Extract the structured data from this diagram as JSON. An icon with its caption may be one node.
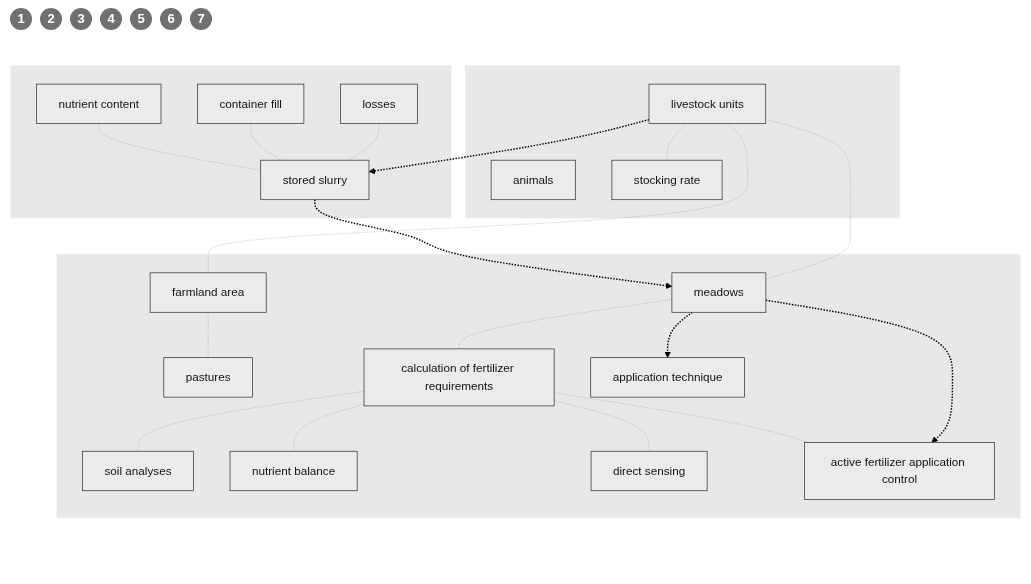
{
  "diagram": {
    "nodes": [
      {
        "text": [],
        "shape": "box"
      },
      {
        "text": [
          "animals"
        ],
        "in": 0
      },
      {
        "text": [
          "livestock units"
        ],
        "in": 0
      },
      {
        "text": [
          "stocking rate"
        ],
        "in": 0
      },
      {
        "text": [],
        "shape": "box"
      },
      {
        "text": [
          "farmland area"
        ],
        "in": 4
      },
      {
        "text": [
          "pastures"
        ],
        "in": 4
      },
      {
        "text": [
          "meadows"
        ],
        "in": 4
      },
      {
        "text": [
          "calculation of fertilizer requirements"
        ],
        "in": 4
      },
      {
        "text": [
          "soil analyses"
        ],
        "in": 4
      },
      {
        "text": [
          "nutrient balance"
        ],
        "in": 4
      },
      {
        "text": [
          "direct sensing"
        ],
        "in": 4
      },
      {
        "text": [
          "application technique"
        ],
        "in": 4
      },
      {
        "text": [
          "active fertilizer application control"
        ],
        "in": 4
      },
      {
        "text": [],
        "shape": "box"
      },
      {
        "text": [
          "stored slurry"
        ],
        "in": 14
      },
      {
        "text": [
          "nutrient content"
        ],
        "in": 14
      },
      {
        "text": [
          "container fill"
        ],
        "in": 14
      },
      {
        "text": [
          "losses"
        ],
        "in": 14
      }
    ],
    "edges": [
      {
        "from": 2,
        "to": 15,
        "arrow": "to",
        "style": "dashed",
        "color": "#000000"
      },
      {
        "from": 15,
        "to": 7,
        "arrow": "to",
        "style": "dashed",
        "color": "#000000"
      },
      {
        "from": 2,
        "to": 5,
        "arrow": "none"
      },
      {
        "from": 2,
        "to": 7,
        "arrow": "none"
      },
      {
        "from": 2,
        "to": 3,
        "arrow": "none"
      },
      {
        "from": 5,
        "to": 6,
        "arrow": "none"
      },
      {
        "from": 7,
        "to": 8,
        "arrow": "none"
      },
      {
        "from": 8,
        "to": 9,
        "arrow": "none"
      },
      {
        "from": 8,
        "to": 10,
        "arrow": "none"
      },
      {
        "from": 8,
        "to": 11,
        "arrow": "none"
      },
      {
        "from": 8,
        "to": 13,
        "arrow": "none"
      },
      {
        "from": 16,
        "to": 15,
        "arrow": "none"
      },
      {
        "from": 17,
        "to": 15,
        "arrow": "none"
      },
      {
        "from": 18,
        "to": 15,
        "arrow": "none"
      },
      {
        "from": 7,
        "to": 12,
        "arrow": "to",
        "style": "dashed",
        "color": "#000000"
      },
      {
        "from": 7,
        "to": 13,
        "arrow": "to",
        "style": "dashed",
        "color": "#000000"
      }
    ],
    "labels": [
      "1",
      "2",
      "3",
      "4",
      "5",
      "6",
      "7"
    ]
  }
}
